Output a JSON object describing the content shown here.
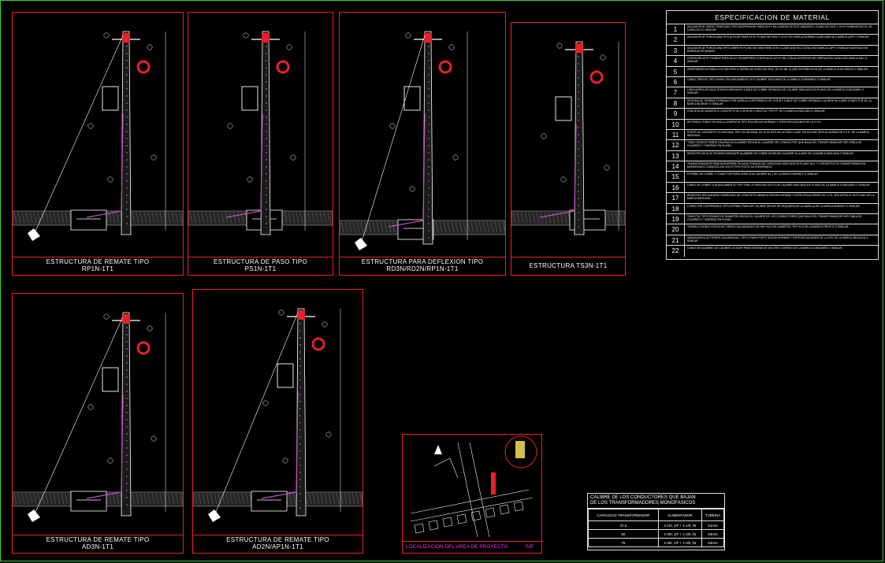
{
  "colors": {
    "frame": "#3bd23b",
    "panel_border": "#e8202a",
    "line": "#ffffff",
    "insulator": "#e8202a",
    "cable": "#c050c0",
    "ground": "#9a9a9a",
    "accent": "#e040e0"
  },
  "panels": [
    {
      "caption": [
        "ESTRUCTURA DE REMATE TIPO",
        "RP1N-1T1"
      ]
    },
    {
      "caption": [
        "ESTRUCTURA DE PASO TIPO",
        "PS1N-1T1"
      ]
    },
    {
      "caption": [
        "ESTRUCTURA PARA DEFLEXION TIPO RD3N/RD2N/RP1N-1T1"
      ]
    },
    {
      "caption": [
        "ESTRUCTURA TS3N-1T1"
      ]
    },
    {
      "caption": [
        "ESTRUCTURA DE REMATE TIPO",
        "AD3N-1T1"
      ]
    },
    {
      "caption": [
        "ESTRUCTURA DE REMATE TIPO",
        "AD2N/AP1N-1T1"
      ]
    }
  ],
  "spec": {
    "title": "ESPECIFICACION DE MATERIAL",
    "items": [
      {
        "n": "1",
        "desc": "AISLADOR DE VIDRIO TEMPLADO TIPO SUSPENSION, PARA 25 KV EN CADENA DE DOS UNIDADES, PLANO NO 0002 Y 15 KV SUMINISTRO EL DE CATALOGO O SIMILAR."
      },
      {
        "n": "2",
        "desc": "AISLADOR DE PORCELANA TIPO ALFILER PARA 23 KV PLANO NO 0002 Y 13 KV EN VARILLA NORMA CLASE ANSI 56-2 MARCA LAPP O SIMILAR."
      },
      {
        "n": "3",
        "desc": "AISLADOR DE PORCELANA TIPO CARRETE PLANO NO 0003 PARA 15 KV CLASE ANSI 53-2 CATALOGO MARCA LAPP O SIMILAR MONTADO EN HERRAJE ESTANDAR."
      },
      {
        "n": "4",
        "desc": "CORTACIRCUITO FUSIBLE PARA 15 KV 100 AMPERES CONTINUOS 110 KV BIL CON ACCESORIOS DE OPERACION CATALOGO MARCA S&C O SIMILAR."
      },
      {
        "n": "5",
        "desc": "APARTARRAYOS PARA 12 KV NEUTRO A TIERRA DE OXIDO DE ZINC 110 KV BIL CLASE DISTRIBUCION DE LA MARCA OHIO BRASS O SIMILAR."
      },
      {
        "n": "6",
        "desc": "CABLE TRIPLEX TIPO XHHW CON AISLAMIENTO XLP CALIBRE 3X1/0 AWG DE LA MARCA CONDUMEX O SIMILAR."
      },
      {
        "n": "7",
        "desc": "LINEA AEREA DE BAJA TENSION MEDIANTE CABLE DE COBRE DESNUDO DE CALIBRE INDICADO EN PLANO DE LA MARCA CONDUMEX O SIMILAR."
      },
      {
        "n": "8",
        "desc": "SISTEMA DE TIERRAS FORMADO POR VARILLA COPPERWELD DE 3.05 M Y CABLE DE COBRE DESNUDO CALIBRE No 4 AWG CONECTOR DE LA MARCA BURNDY O SIMILAR."
      },
      {
        "n": "9",
        "desc": "CRUCETA DE MADERA O CONCRETO DE 2.40 M DE LONGITUD TIPO PT DE LA MARCA INDICADA O SIMILAR."
      },
      {
        "n": "10",
        "desc": "RETENIDA: DOBLE DE ANCLA COMPLETA TIPO RSA SEGUN NORMAS Y ESPECIFICACIONES DE LA C.F.E."
      },
      {
        "n": "11",
        "desc": "POSTE DE CONCRETO OCTAGONAL TIPO OCTAGONAL DE 12.00 MTS DE ALTURA CLASE 750 KG/CM2 SEGUN NORMA DE C.F.E. DE LA MARCA INDICADA."
      },
      {
        "n": "12",
        "desc": "TUBO CONDUIT PARED GRUESA DE ALUMINIO SEGUN EL CALIBRE DEL CONDUCTOR QUE BAJA DEL TRANSFORMADOR VER TABLA DE CALIBRES Y TUBERIAS EN PLANO."
      },
      {
        "n": "13",
        "desc": "REGISTRO DE ALTA TENSION MEDIANTE ALAMBRE DE COBRE DESNUDO CALIBRE No 4 AWG DE LA MARCA INDICADA O SIMILAR."
      },
      {
        "n": "14",
        "desc": "TRANSFORMADOR PARA INTEMPERIE EN BAJA TENSION DE CAPACIDAD INDICADA EN PLANO No 1 Y 4 REGISTRO DE TRANSFORMACION MONOFASICO 13200/120-240 VOLTS TIPO POSTE AUTOENFRIADO."
      },
      {
        "n": "15",
        "desc": "ESTRIBO DE COBRE Y CONECTOR PARA LINEA VIVA CALIBRE No 2 DE LA MARCA BURNDY O SIMILAR."
      },
      {
        "n": "16",
        "desc": "CABLE DE COBRE CON AISLAMIENTO TIPO THW-LS PARA 600 VOLTS DE CALIBRE INDICADO EN PLANO DE LA MARCA CONDUMEX O SIMILAR."
      },
      {
        "n": "17",
        "desc": "REGISTRO SECUNDARIO FABRICADO DE CONCRETO ARMADO SEGUN NORMAS Y ESPECIFICACIONES DE C.F.E. VER DETALLE EN PLANO DE LA MARCA INDICADA."
      },
      {
        "n": "18",
        "desc": "CONECTOR COPPERWELD TIPO ESTRIBO PARA DE CALIBRE SEGUN SE REQUIERA DE LA VARILLA DE LA MARCA BURNDY O SIMILAR."
      },
      {
        "n": "19",
        "desc": "TUBO PVC TIPO PESADO DE DIAMETRO SEGUN EL CALIBRE DE LOS CONDUCTORES QUE BAJA DEL TRANSFORMADOR VER TABLA DE CALIBRES Y TUBERIAS EN PLANO."
      },
      {
        "n": "20",
        "desc": "TORNILLO DOBLE ROSCA DE FIERRO GALVANIZADO DE 5/8 PULG DE DIAMETRO TIPO M-S DE LA MARCA PRESTO O SIMILAR."
      },
      {
        "n": "21",
        "desc": "ABRAZADERA DE FIERRO GALVANIZADO TIPO U PARA POSTE SEGUN NORMAS Y ESPECIFICACIONES DE LA CFE DE LA MARCA INDICADA O SIMILAR."
      },
      {
        "n": "22",
        "desc": "CABLE DE ALUMINIO DE CALIBRE 1/0 ACSR PARA SISTEMA DE NEUTRO CORRIDO DE LA MARCA CONDUMEX O SIMILAR."
      }
    ]
  },
  "location": {
    "caption": "LOCALIZACION DEL AREA DE PROYECTO",
    "scale": "S/E"
  },
  "conductors": {
    "title": [
      "CALIBRE DE LOS CONDUCTORES QUE BAJAN",
      "DE LOS TRANSFORMADORES MONOFASICOS"
    ],
    "headers": [
      "CAPACIDAD TRANSFORMADOR",
      "ALIMENTADOR",
      "TUBERIA"
    ],
    "rows": [
      [
        "37.5",
        "2-1/0, 1/F + 1-1/0, /N",
        "51mm"
      ],
      [
        "50",
        "2-3/0, 1/F + 1-3/0, /N",
        "63mm"
      ],
      [
        "75",
        "2-3/0, 1/F + 1-3/0, /N",
        "63mm"
      ]
    ]
  }
}
